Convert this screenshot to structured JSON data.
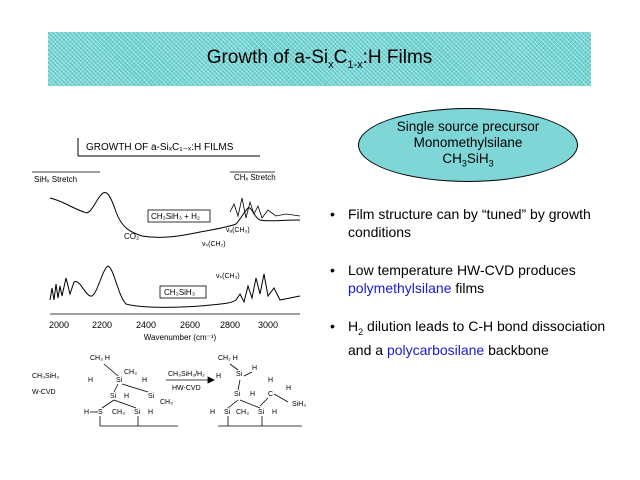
{
  "title": {
    "prefix": "Growth of a-Si",
    "sub_x": "x",
    "mid": "C",
    "sub_1x": "1-x",
    "suffix": ":H Films"
  },
  "precursor": {
    "line1": "Single source precursor",
    "line2": "Monomethylsilane",
    "formula_a": "CH",
    "formula_b": "3",
    "formula_c": "SiH",
    "formula_d": "3"
  },
  "bullets": {
    "b1": "Film structure can by “tuned” by growth conditions",
    "b2_pre": "Low temperature HW-CVD produces ",
    "b2_blue": "polymethylsilane",
    "b2_post": " films",
    "b3_a": "H",
    "b3_b": "2",
    "b3_c": " dilution leads to C-H bond dissociation and a ",
    "b3_blue": "polycarbosilane",
    "b3_d": " backbone",
    "marker": "•"
  },
  "figure": {
    "heading": "GROWTH OF a-SiₓC₁₋ₓ:H FILMS",
    "sih_label": "SiHₓ Stretch",
    "ch_label": "CHₓ Stretch",
    "box1": "CH₃SiH₃ + H₂",
    "box2": "CH₃SiH₃",
    "co2": "CO₂",
    "ann1": "νₐ(CH₃)",
    "ann2": "νₛ(CH₂)",
    "ann3": "νₛ(CH₃)",
    "ticks": [
      "2000",
      "2200",
      "2400",
      "2600",
      "2800",
      "3000"
    ],
    "xlabel": "Wavenumber (cm⁻¹)",
    "arrow_top": "CH₃SiH₃/H₂",
    "arrow_bottom": "HW-CVD",
    "left_top": "CH₃SiH₃",
    "left_bottom": "W-CVD"
  }
}
